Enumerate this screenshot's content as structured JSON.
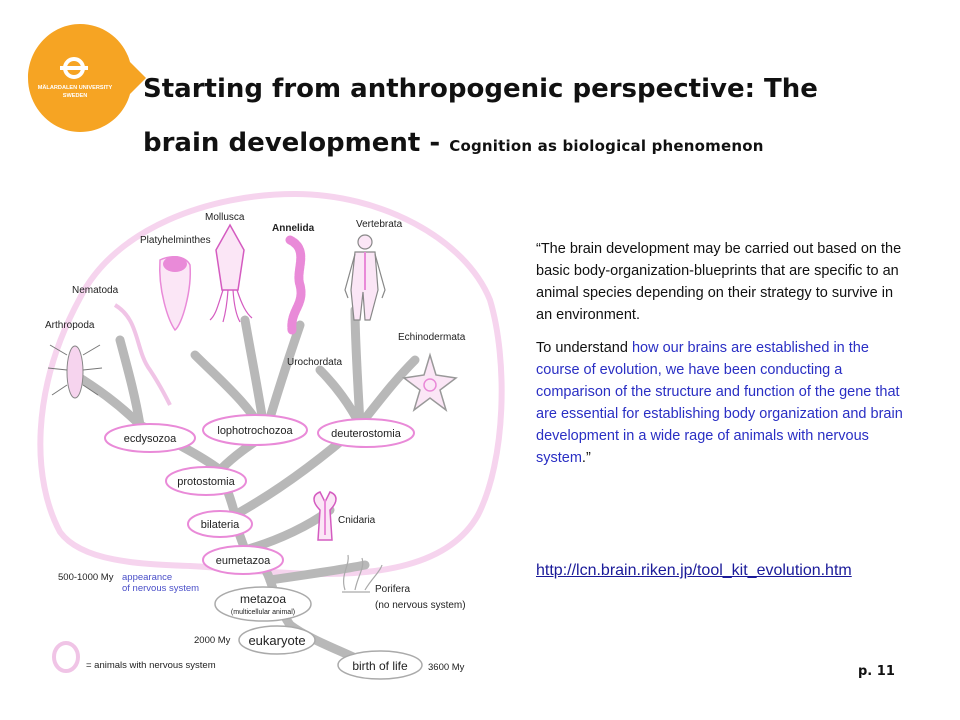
{
  "logo": {
    "text_line1": "MÄLARDALEN UNIVERSITY",
    "text_line2": "SWEDEN",
    "color": "#f6a423"
  },
  "title": {
    "main_line1": "Starting from anthropogenic perspective: The",
    "main_line2": "brain development - ",
    "subtitle": "Cognition as biological phenomenon"
  },
  "diagram": {
    "taxa": {
      "mollusca": "Mollusca",
      "annelida": "Annelida",
      "vertebrata": "Vertebrata",
      "platyhelminthes": "Platyhelminthes",
      "nematoda": "Nematoda",
      "arthropoda": "Arthropoda",
      "echinodermata": "Echinodermata",
      "urochordata": "Urochordata",
      "cnidaria": "Cnidaria",
      "porifera": "Porifera",
      "no_nervous_system": "(no nervous system)"
    },
    "nodes": {
      "ecdysozoa": "ecdysozoa",
      "lophotrochozoa": "lophotrochozoa",
      "deuterostomia": "deuterostomia",
      "protostomia": "protostomia",
      "bilateria": "bilateria",
      "eumetazoa": "eumetazoa",
      "metazoa": "metazoa",
      "metazoa_sub": "(multicellular animal)",
      "eukaryote": "eukaryote",
      "birth_of_life": "birth of life"
    },
    "timeline": {
      "t1": "500-1000 My",
      "appearance_1": "appearance",
      "appearance_2": "of nervous system",
      "t2": "2000 My",
      "t3": "3600 My"
    },
    "legend": "= animals with nervous system",
    "colors": {
      "pink": "#e98ad8",
      "pink_light": "#f6d4ee",
      "branch": "#b8b8b8",
      "blue_label": "#4a4fc8"
    }
  },
  "quote": {
    "p1": "“The brain development may be carried out based on the basic body-organization-blueprints that are specific to an animal species depending on their strategy to survive in an environment.",
    "p2_black": "To understand ",
    "p2_blue": "how our brains are established in the course of evolution, we have been conducting a comparison of the structure and function of the gene that are essential for establishing body organization and brain development in a wide rage of animals with nervous system",
    "p2_end": ".”"
  },
  "link": "http://lcn.brain.riken.jp/tool_kit_evolution.htm",
  "page_number": "p. 11"
}
